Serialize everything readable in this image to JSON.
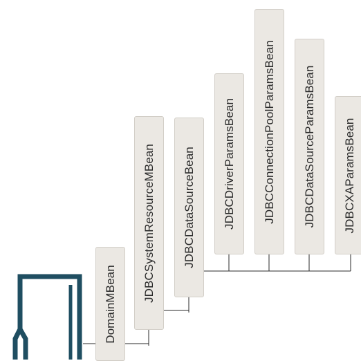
{
  "beans": [
    {
      "name": "DomainMBean"
    },
    {
      "name": "JDBCSystemResourceMBean"
    },
    {
      "name": "JDBCDataSourceBean"
    },
    {
      "name": "JDBCDriverParamsBean"
    },
    {
      "name": "JDBCConnectionPoolParamsBean"
    },
    {
      "name": "JDBCDataSourceParamsBean"
    },
    {
      "name": "JDBCXAParamsBean"
    }
  ],
  "colors": {
    "box_fill": "#ebe8e3",
    "box_border": "#d2cec7",
    "connector": "#2a2a2a",
    "root_icon": "#1f4e61"
  },
  "icons": [
    "domain-root-icon"
  ]
}
